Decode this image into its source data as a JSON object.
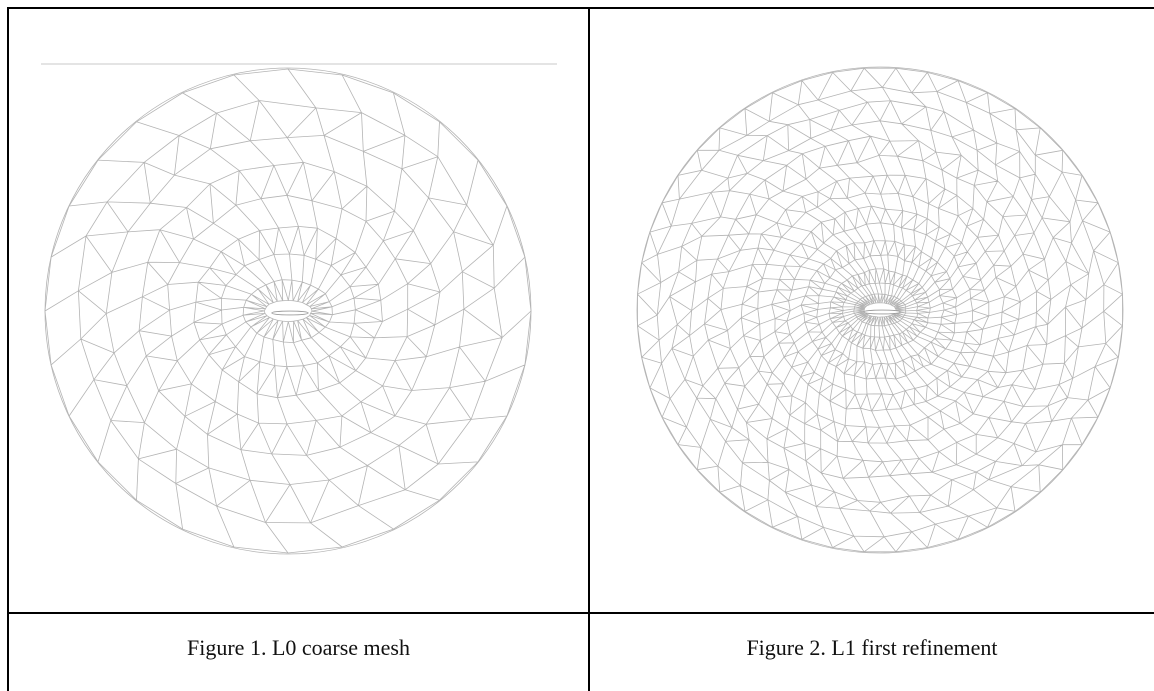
{
  "figures": [
    {
      "id": "fig1",
      "caption": "Figure 1. L0 coarse mesh",
      "mesh_level": "L0",
      "rings": 9,
      "segments": 28
    },
    {
      "id": "fig2",
      "caption": "Figure 2. L1 first refinement",
      "mesh_level": "L1",
      "rings": 16,
      "segments": 48
    }
  ],
  "colors": {
    "mesh_line": "#b4b4b4",
    "border": "#000000",
    "background": "#ffffff"
  }
}
